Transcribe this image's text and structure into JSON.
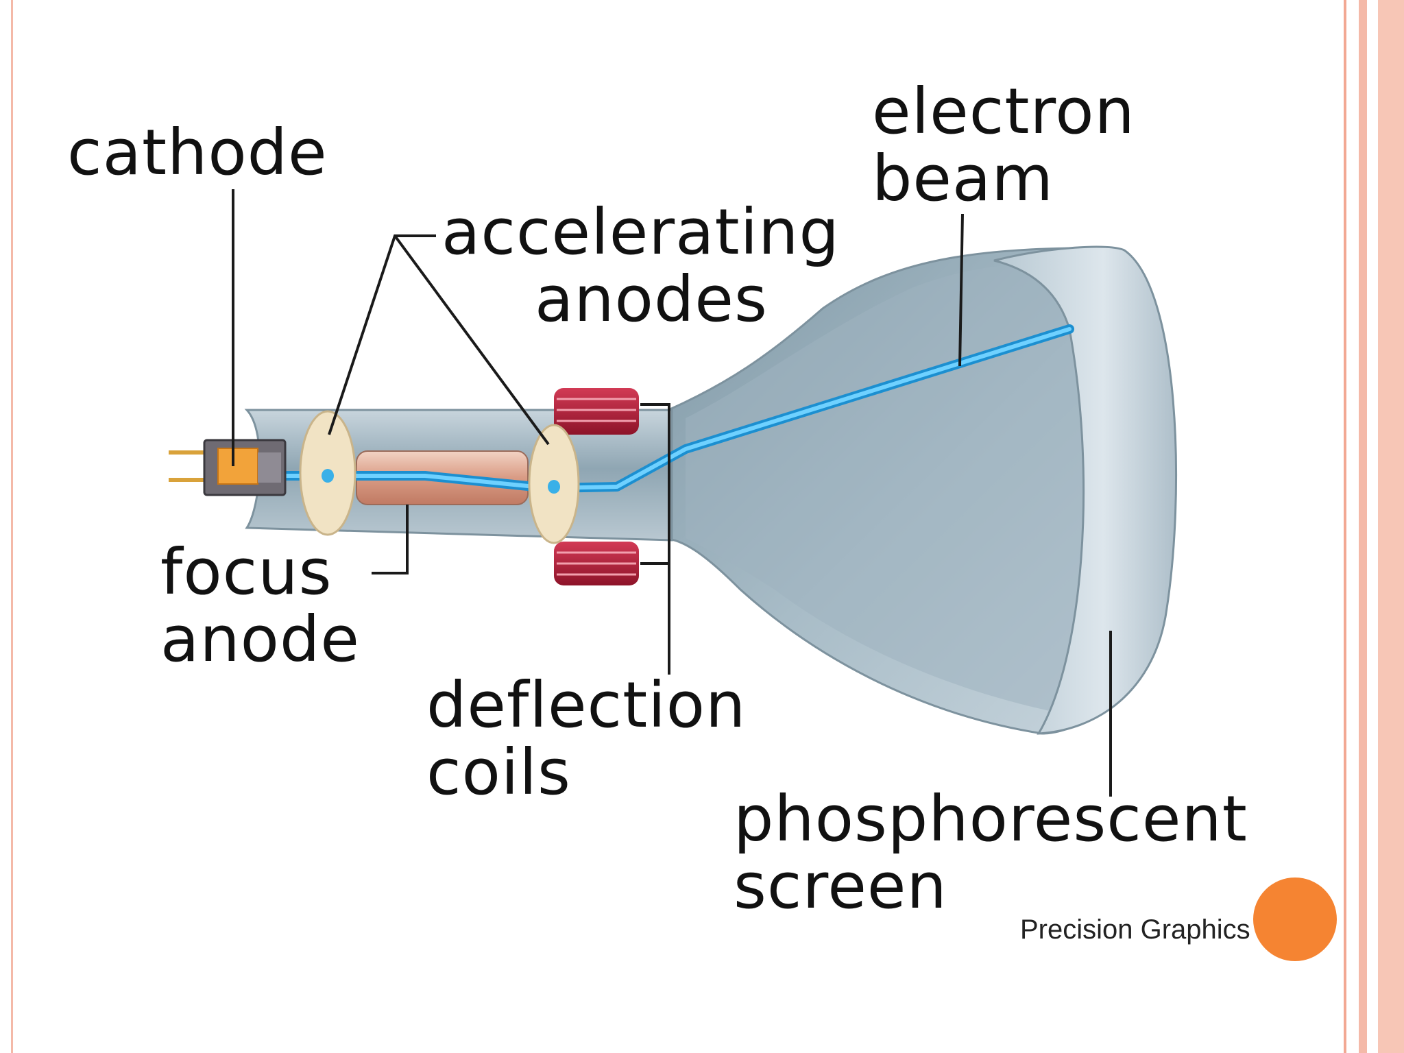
{
  "labels": {
    "cathode": "cathode",
    "accelerating_anodes": [
      "accelerating",
      "anodes"
    ],
    "electron_beam": [
      "electron",
      "beam"
    ],
    "focus_anode": [
      "focus",
      "anode"
    ],
    "deflection_coils": [
      "deflection",
      "coils"
    ],
    "phosphorescent_screen": [
      "phosphorescent",
      "screen"
    ]
  },
  "credit": "Precision Graphics",
  "colors": {
    "beam": "#39b0e8",
    "tube": "#a9bcc7",
    "coil": "#b0203a",
    "anode_disk": "#f1e3c4",
    "frame": "#f2a893",
    "accent_dot": "#f58432"
  }
}
